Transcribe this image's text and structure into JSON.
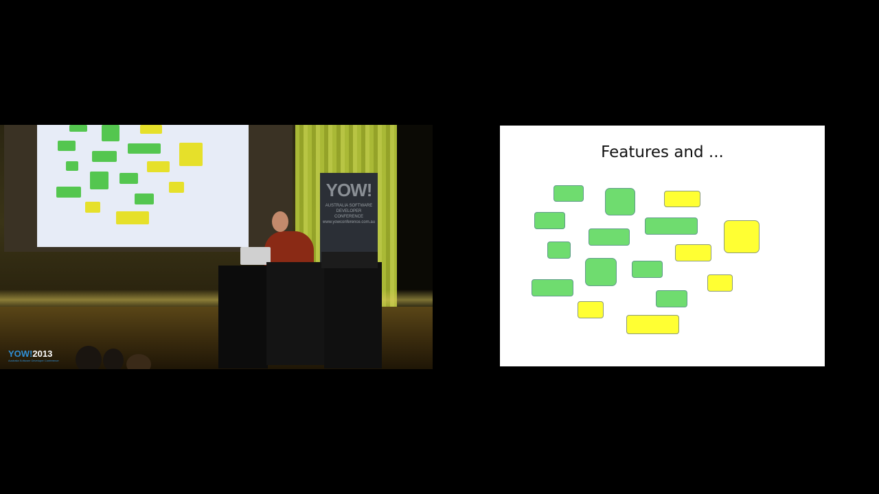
{
  "slide": {
    "title": "Features and ..."
  },
  "conference": {
    "logo_text": "YOW!",
    "year": "2013",
    "tagline": "Australia Software Developer Conference"
  },
  "banner": {
    "logo_text": "YOW!",
    "subtitle": "AUSTRALIA SOFTWARE DEVELOPER CONFERENCE",
    "url": "www.yowconference.com.au"
  },
  "colors": {
    "feature_green": "#6fdc6f",
    "feature_yellow": "#ffff33",
    "slide_background": "#ffffff",
    "frame_background": "#000000"
  }
}
